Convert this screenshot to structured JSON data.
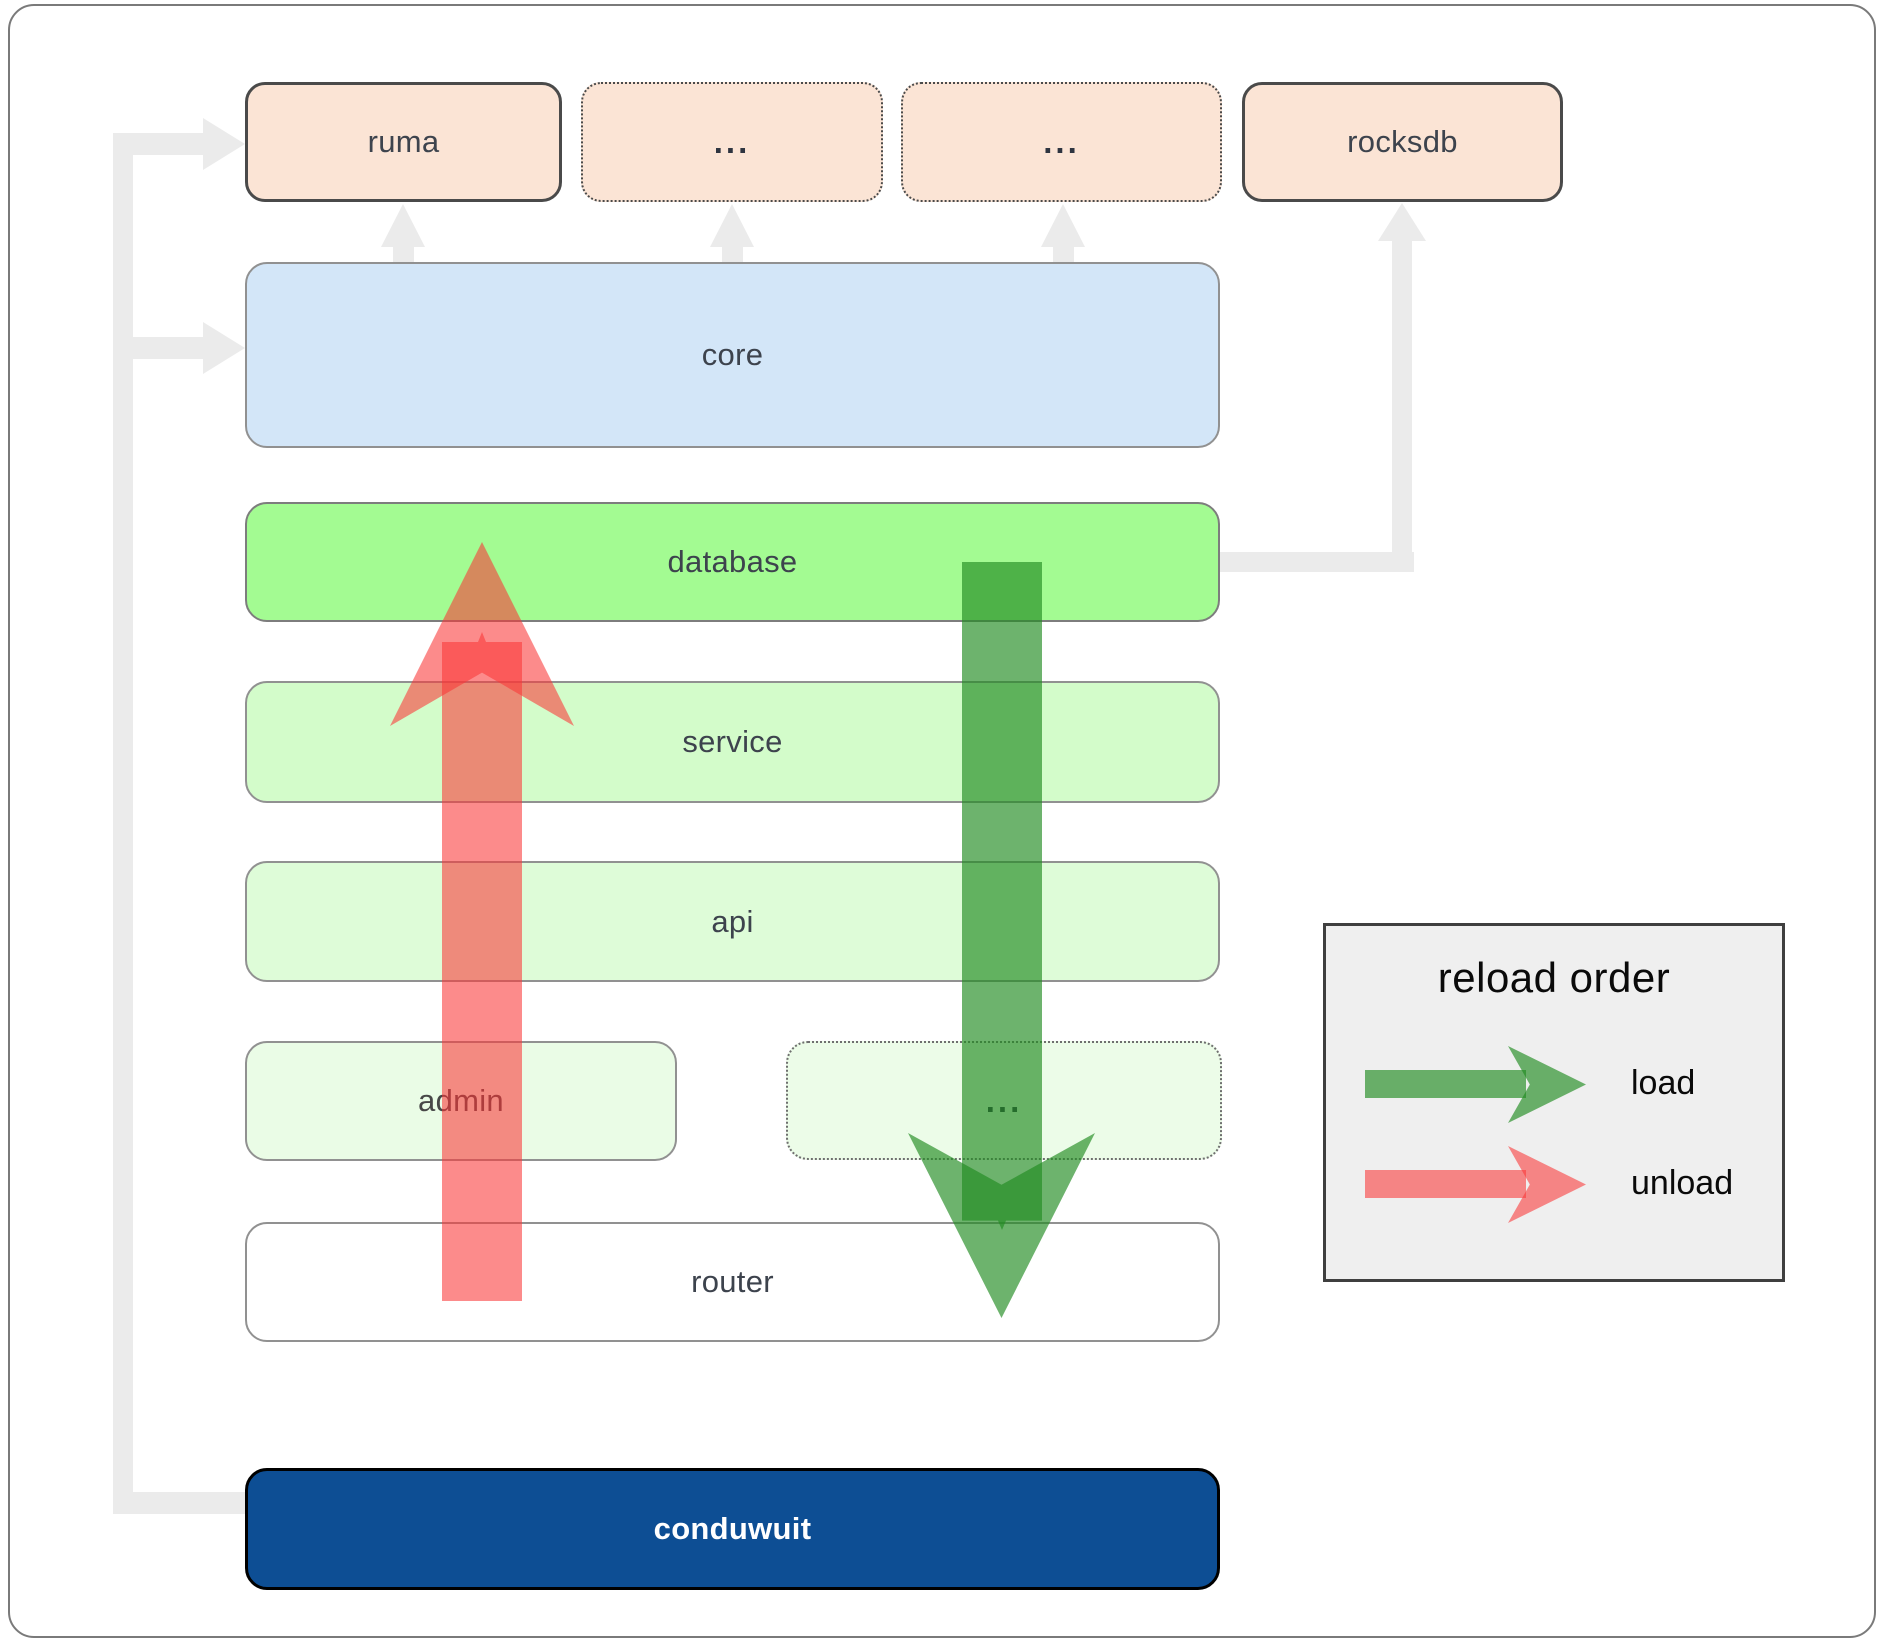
{
  "diagram": {
    "top_row": {
      "ruma": "ruma",
      "ellipsis_1": "...",
      "ellipsis_2": "...",
      "rocksdb": "rocksdb"
    },
    "layers": {
      "core": "core",
      "database": "database",
      "service": "service",
      "api": "api",
      "admin": "admin",
      "admin_ellipsis": "...",
      "router": "router",
      "conduwuit": "conduwuit"
    },
    "gray_connections": [
      "conduwuit -> ruma",
      "conduwuit -> core",
      "core -> ruma",
      "core -> ellipsis_1",
      "core -> ellipsis_2",
      "database -> rocksdb"
    ],
    "reload_arrows": [
      {
        "name": "load",
        "direction": "down",
        "from": "database",
        "to": "router",
        "color": "#228b22"
      },
      {
        "name": "unload",
        "direction": "up",
        "from": "router",
        "to": "database",
        "color": "#fa3737"
      }
    ]
  },
  "legend": {
    "title": "reload order",
    "load_label": "load",
    "unload_label": "unload",
    "load_color": "#228b22",
    "unload_color": "#fa3737",
    "background": "#efefef"
  },
  "colors": {
    "top_box_fill": "#fbe4d5",
    "core_fill": "#d3e6f8",
    "database_fill": "#a3fb92",
    "service_fill": "#d3fcca",
    "api_fill": "#defcd8",
    "admin_fill": "#eafce6",
    "router_fill": "#ffffff",
    "conduwuit_fill": "#0d4e94",
    "connector_gray": "#ebebeb"
  }
}
